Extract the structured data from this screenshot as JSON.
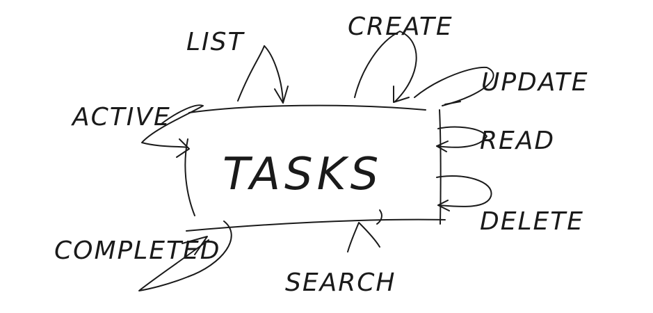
{
  "diagram": {
    "center": {
      "label": "TASKS"
    },
    "operations": [
      {
        "id": "list",
        "label": "LIST"
      },
      {
        "id": "create",
        "label": "CREATE"
      },
      {
        "id": "update",
        "label": "UPDATE"
      },
      {
        "id": "read",
        "label": "READ"
      },
      {
        "id": "delete",
        "label": "DELETE"
      },
      {
        "id": "search",
        "label": "SEARCH"
      },
      {
        "id": "active",
        "label": "ACTIVE"
      },
      {
        "id": "completed",
        "label": "COMPLETED"
      }
    ]
  },
  "colors": {
    "ink": "#1a1a1a",
    "paper": "#ffffff"
  }
}
